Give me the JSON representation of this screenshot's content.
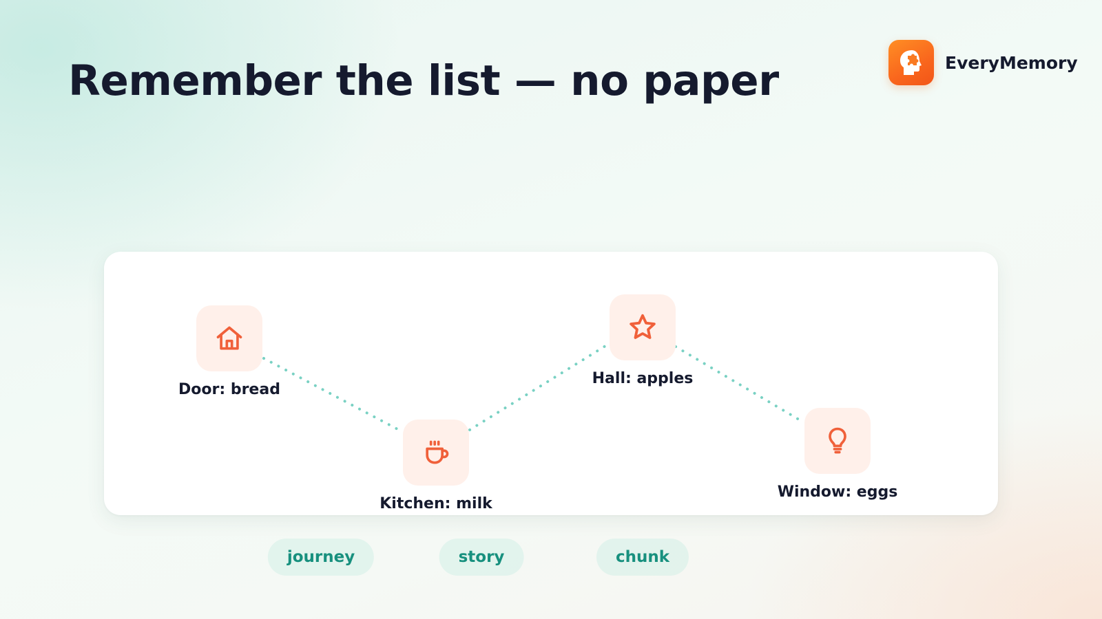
{
  "title": "Remember the list — no paper",
  "brand": {
    "name": "EveryMemory",
    "logo_icon": "head-puzzle-icon"
  },
  "journey": {
    "stops": [
      {
        "label": "Door: bread",
        "icon": "house-icon"
      },
      {
        "label": "Kitchen: milk",
        "icon": "coffee-cup-icon"
      },
      {
        "label": "Hall: apples",
        "icon": "star-icon"
      },
      {
        "label": "Window: eggs",
        "icon": "lightbulb-icon"
      }
    ],
    "connector_color": "#79d1c3",
    "icon_color": "#f0603a",
    "tile_color": "#fff0ea"
  },
  "tags": [
    "journey",
    "story",
    "chunk"
  ],
  "colors": {
    "accent_teal": "#17907e",
    "brand_orange": "#f9661d",
    "title": "#151a2e"
  }
}
